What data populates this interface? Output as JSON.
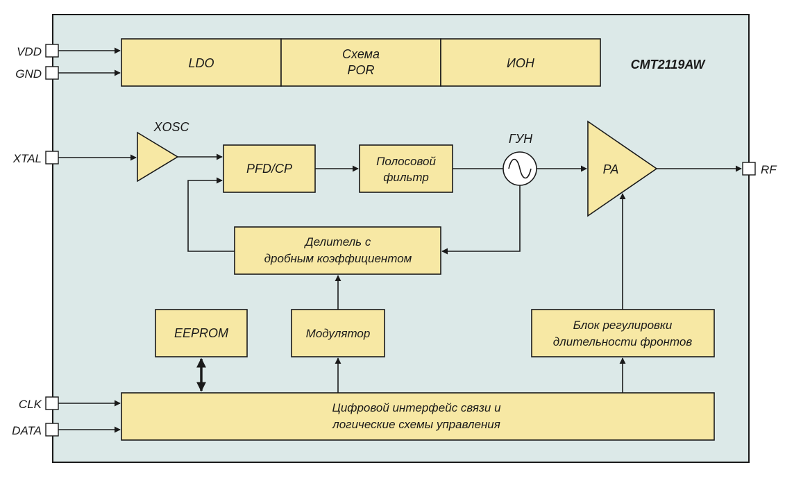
{
  "chip": {
    "name": "CMT2119AW",
    "body_color": "#dce9e8",
    "block_color": "#f7e8a4"
  },
  "pins": {
    "vdd": "VDD",
    "gnd": "GND",
    "xtal": "XTAL",
    "clk": "CLK",
    "data": "DATA",
    "rf": "RF"
  },
  "blocks": {
    "ldo": "LDO",
    "por": [
      "Схема",
      "POR"
    ],
    "ion": "ИОН",
    "xosc": "XOSC",
    "pfd": "PFD/CP",
    "filter": [
      "Полосовой",
      "фильтр"
    ],
    "vco": "ГУН",
    "pa": "PA",
    "divider": [
      "Делитель с",
      "дробным коэффициентом"
    ],
    "eeprom": "EEPROM",
    "modulator": "Модулятор",
    "ramp": [
      "Блок регулировки",
      "длительности фронтов"
    ],
    "digital": [
      "Цифровой интерфейс связи и",
      "логические схемы управления"
    ]
  }
}
